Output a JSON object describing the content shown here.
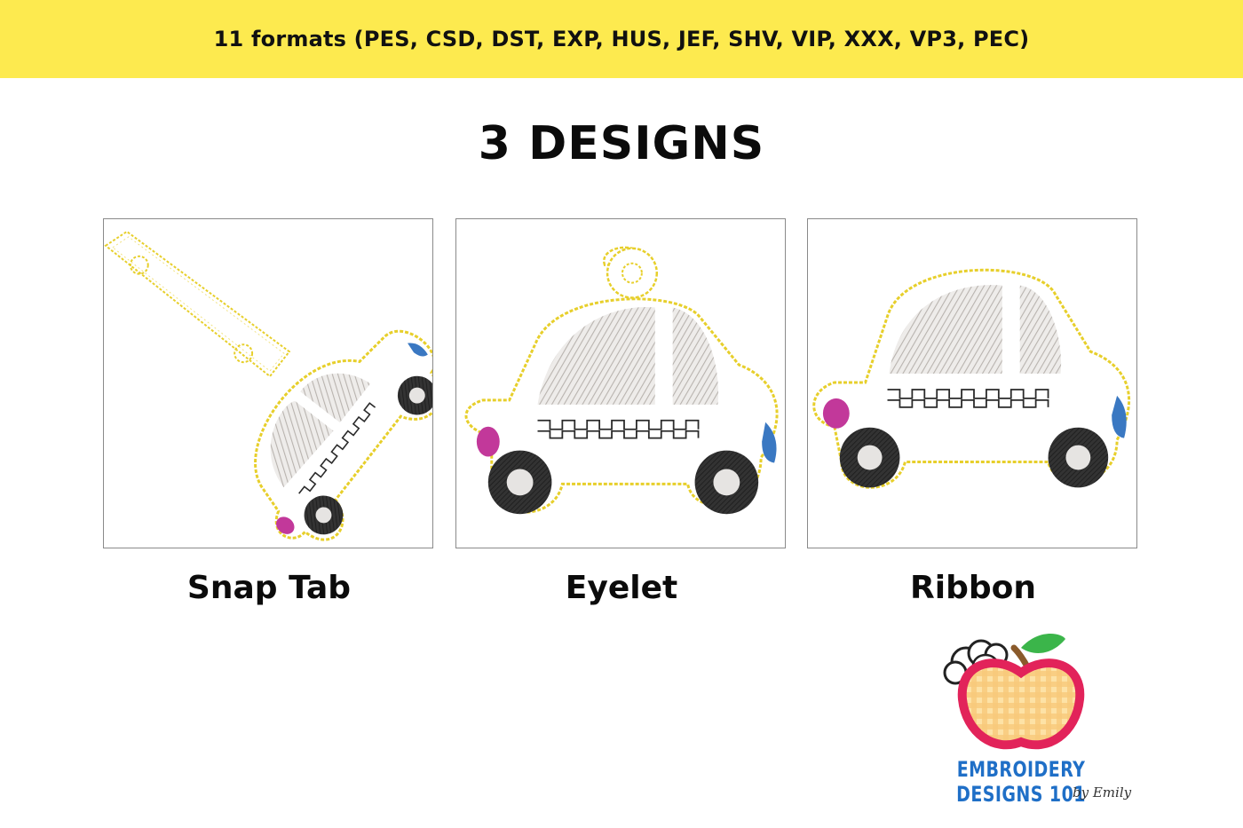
{
  "banner": {
    "text": "11 formats (PES, CSD, DST, EXP, HUS, JEF, SHV, VIP, XXX, VP3, PEC)"
  },
  "headline": "3 DESIGNS",
  "designs": [
    {
      "label": "Snap Tab"
    },
    {
      "label": "Eyelet"
    },
    {
      "label": "Ribbon"
    }
  ],
  "logo": {
    "brand": "EMBROIDERY DESIGNS 101",
    "byline": "by Emily"
  },
  "colors": {
    "banner": "#fdea4f",
    "outline": "#e7cf2b",
    "window": "#d9d6d3",
    "wheel": "#2e2e2e",
    "light_pink": "#c2389a",
    "light_blue": "#3a78c2",
    "brand_blue": "#1f6fc7"
  }
}
